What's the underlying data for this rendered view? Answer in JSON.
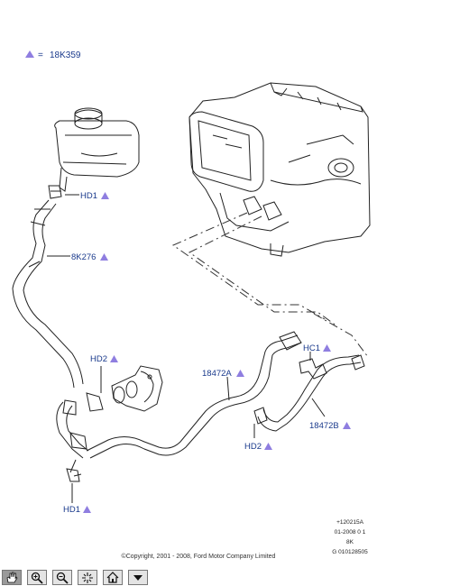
{
  "legend": {
    "symbol_name": "triangle-marker",
    "equals": "=",
    "part": "18K359"
  },
  "callouts": {
    "hd1_top": "HD1",
    "hose_8k276": "8K276",
    "hd2_left": "HD2",
    "hose_18472a": "18472A",
    "hc1": "HC1",
    "hose_18472b": "18472B",
    "hd2_right": "HD2",
    "hd1_bottom": "HD1"
  },
  "reference": {
    "line1": "+120215A",
    "line2": "01-2008 0 1",
    "line3": "8K",
    "line4": "G 010128505"
  },
  "copyright": "©Copyright, 2001 - 2008, Ford Motor Company Limited",
  "colors": {
    "callout": "#1a3a8c",
    "marker": "#8f7ee0"
  },
  "toolbar": {
    "buttons": [
      {
        "name": "pan-hand-icon",
        "active": true
      },
      {
        "name": "zoom-in-icon"
      },
      {
        "name": "zoom-out-icon"
      },
      {
        "name": "reset-view-icon"
      },
      {
        "name": "home-icon"
      },
      {
        "name": "dropdown-arrow-icon"
      }
    ]
  }
}
